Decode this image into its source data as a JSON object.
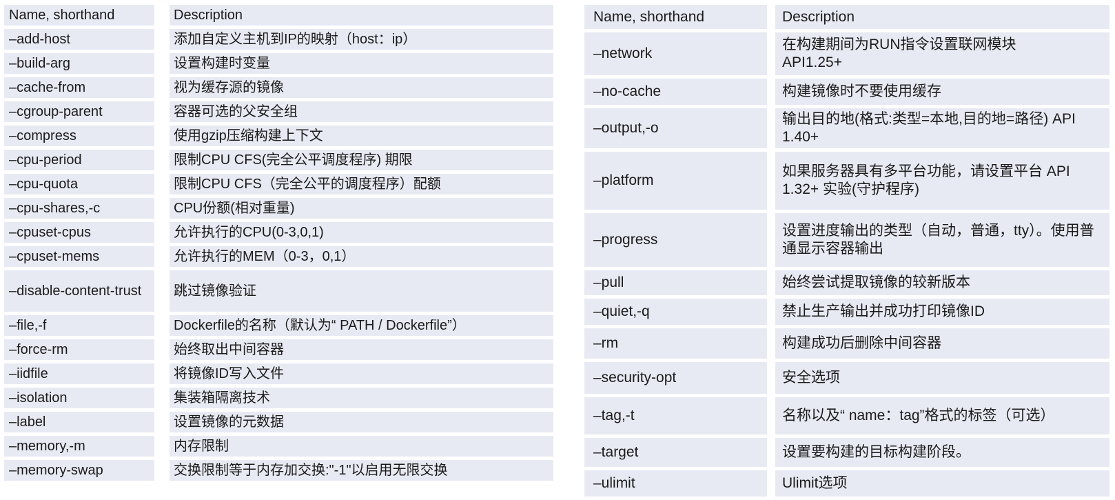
{
  "colors": {
    "row_bg": "#E8EAF3",
    "gap": "#FFFFFF",
    "text": "#1B1B1B"
  },
  "tables": [
    {
      "id": "docker-build-options-left",
      "headers": [
        "Name, shorthand",
        "Description"
      ],
      "rows": [
        [
          "–add-host",
          "添加自定义主机到IP的映射（host：ip）"
        ],
        [
          "–build-arg",
          "设置构建时变量"
        ],
        [
          "–cache-from",
          "视为缓存源的镜像"
        ],
        [
          "–cgroup-parent",
          "容器可选的父安全组"
        ],
        [
          "–compress",
          "使用gzip压缩构建上下文"
        ],
        [
          "–cpu-period",
          "限制CPU CFS(完全公平调度程序) 期限"
        ],
        [
          "–cpu-quota",
          "限制CPU CFS（完全公平的调度程序）配额"
        ],
        [
          "–cpu-shares,-c",
          "CPU份额(相对重量)"
        ],
        [
          "–cpuset-cpus",
          "允许执行的CPU(0-3,0,1)"
        ],
        [
          "–cpuset-mems",
          "允许执行的MEM（0-3，0,1）"
        ],
        [
          "–disable-content-trust",
          "跳过镜像验证"
        ],
        [
          "–file,-f",
          "Dockerfile的名称（默认为“ PATH / Dockerfile”）"
        ],
        [
          "–force-rm",
          "始终取出中间容器"
        ],
        [
          "–iidfile",
          "将镜像ID写入文件"
        ],
        [
          "–isolation",
          "集装箱隔离技术"
        ],
        [
          "–label",
          "设置镜像的元数据"
        ],
        [
          "–memory,-m",
          "内存限制"
        ],
        [
          "–memory-swap",
          "交换限制等于内存加交换:\"-1\"以启用无限交换"
        ]
      ]
    },
    {
      "id": "docker-build-options-right",
      "headers": [
        "Name, shorthand",
        "Description"
      ],
      "rows": [
        [
          "–network",
          "在构建期间为RUN指令设置联网模块\nAPI1.25+"
        ],
        [
          "–no-cache",
          "构建镜像时不要使用缓存"
        ],
        [
          "–output,-o",
          "输出目的地(格式:类型=本地,目的地=路径) API 1.40+"
        ],
        [
          "–platform",
          "如果服务器具有多平台功能，请设置平台 API 1.32+ 实验(守护程序)"
        ],
        [
          "–progress",
          "设置进度输出的类型（自动，普通，tty）。使用普通显示容器输出"
        ],
        [
          "–pull",
          "始终尝试提取镜像的较新版本"
        ],
        [
          "–quiet,-q",
          "禁止生产输出并成功打印镜像ID"
        ],
        [
          "–rm",
          "构建成功后删除中间容器"
        ],
        [
          "–security-opt",
          "安全选项"
        ],
        [
          "–tag,-t",
          "名称以及“ name：tag”格式的标签（可选）"
        ],
        [
          "–target",
          "设置要构建的目标构建阶段。"
        ],
        [
          "–ulimit",
          "Ulimit选项"
        ]
      ]
    }
  ]
}
